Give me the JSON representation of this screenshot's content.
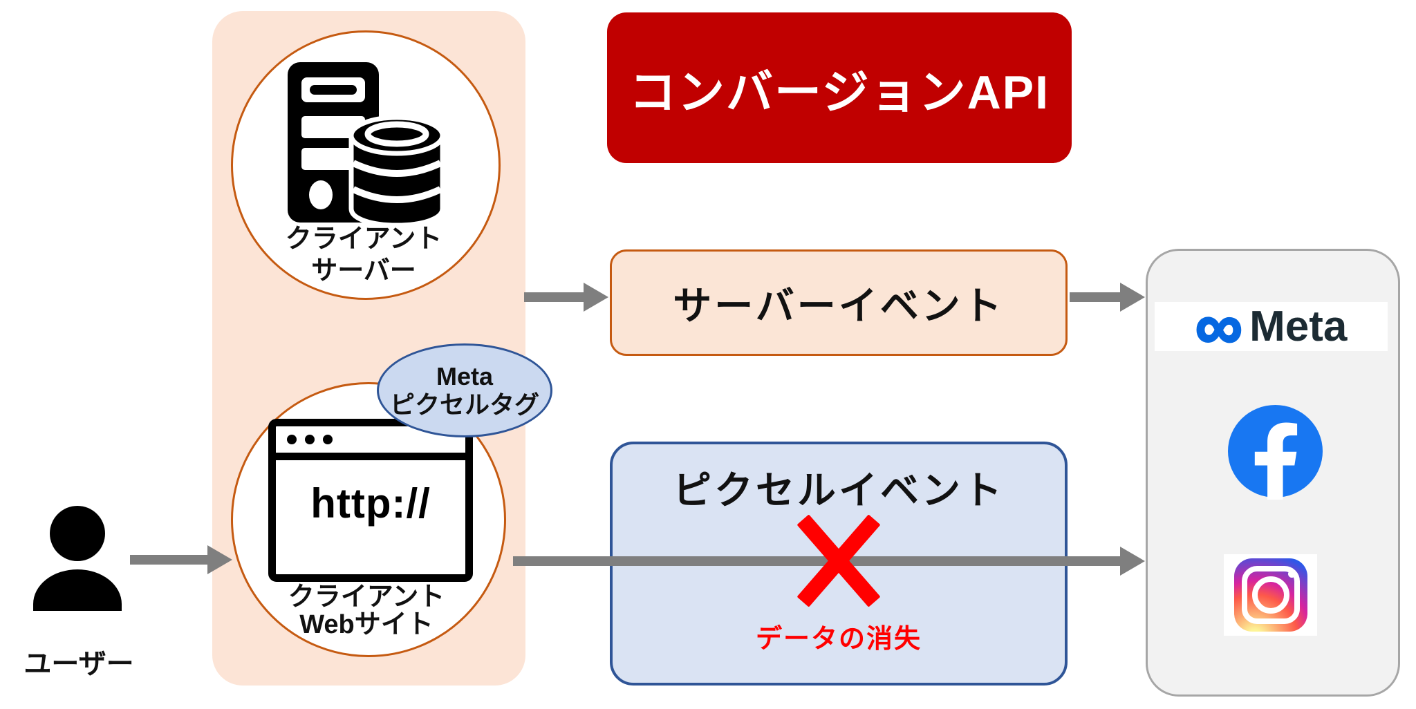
{
  "title_box": {
    "label": "コンバージョンAPI"
  },
  "user": {
    "label": "ユーザー"
  },
  "client_group": {
    "server_circle": {
      "line1": "クライアント",
      "line2": "サーバー"
    },
    "website_circle": {
      "line1": "クライアント",
      "line2": "Webサイト",
      "url_text": "http://"
    },
    "pixel_tag_bubble": {
      "line1": "Meta",
      "line2": "ピクセルタグ"
    }
  },
  "events": {
    "server_event": {
      "label": "サーバーイベント"
    },
    "pixel_event": {
      "label": "ピクセルイベント",
      "loss_label": "データの消失"
    }
  },
  "meta_panel": {
    "wordmark": "Meta",
    "infinity_glyph": "∞"
  },
  "colors": {
    "title_red": "#C00000",
    "accent_orange": "#C55A11",
    "peach_fill": "#FCE4D6",
    "event_peach_fill": "#FBE5D6",
    "pixel_blue_fill": "#DAE3F3",
    "pixel_blue_border": "#2F5597",
    "bubble_blue_fill": "#CBD9F0",
    "arrow_gray": "#7F7F7F",
    "panel_gray_fill": "#F2F2F2",
    "panel_gray_border": "#A6A6A6",
    "facebook_blue": "#1877F2",
    "meta_blue": "#0668E1",
    "meta_dark": "#1C2B33",
    "alert_red": "#FF0000"
  }
}
